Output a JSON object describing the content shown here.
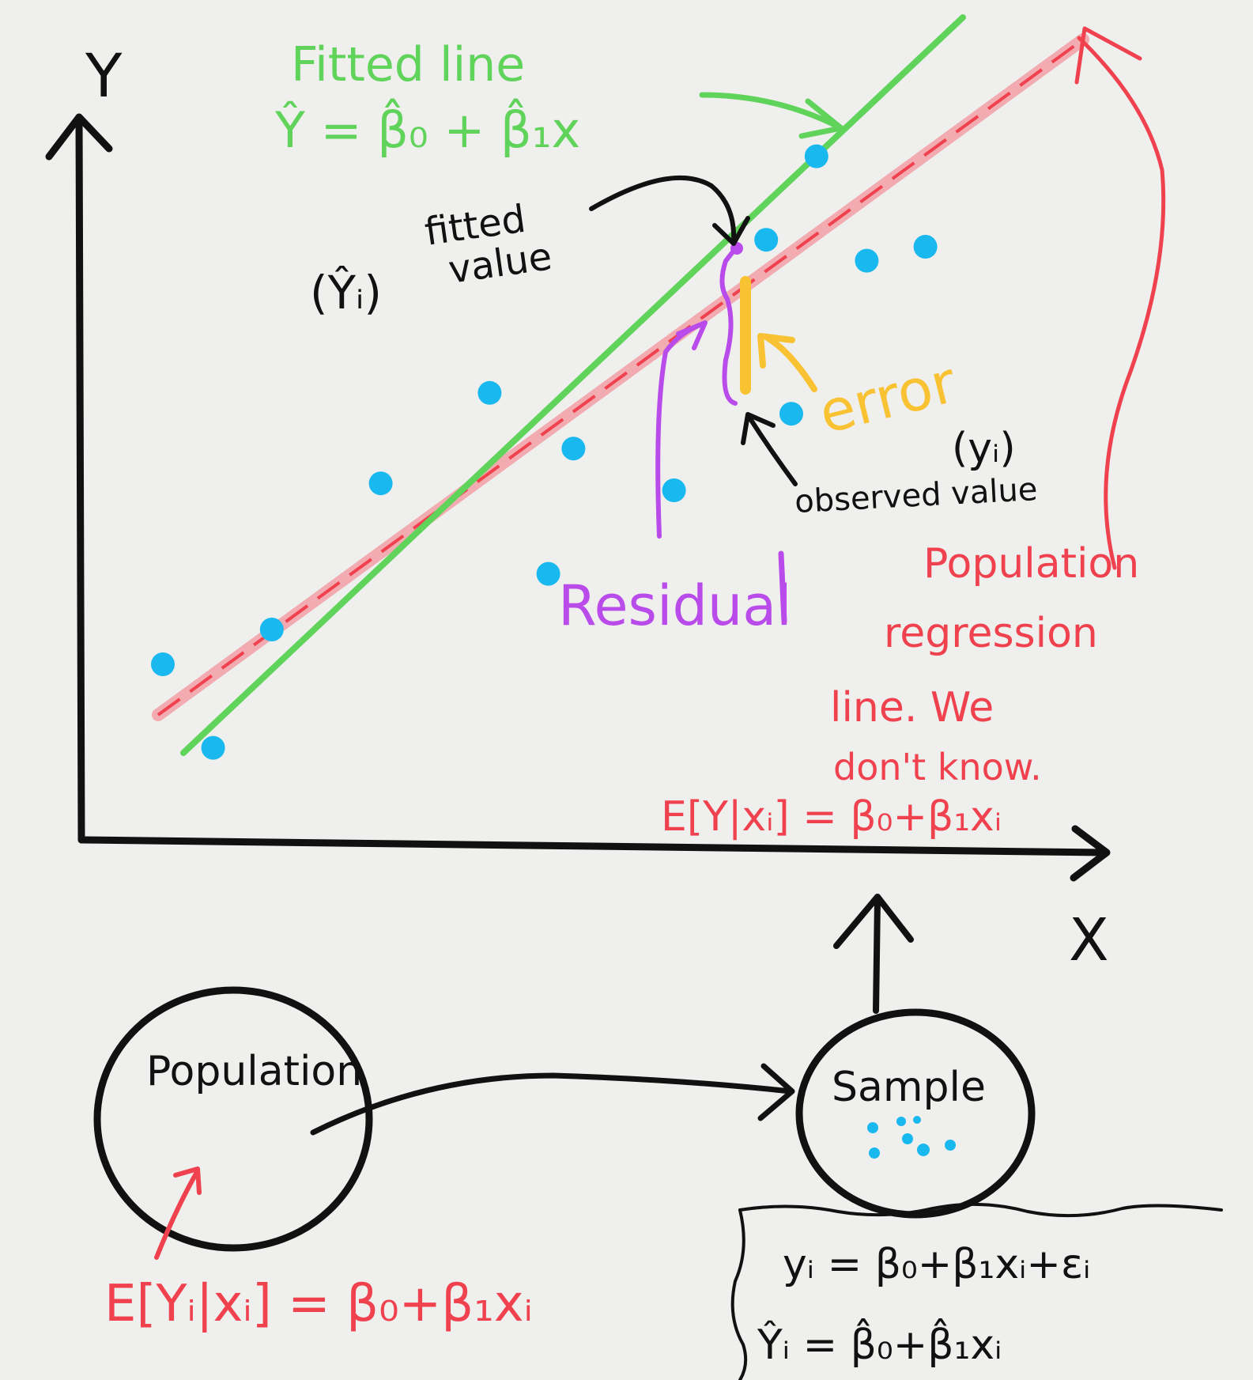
{
  "axes": {
    "y_label": "Y",
    "x_label": "X"
  },
  "fitted_line": {
    "title": "Fitted line",
    "equation": "Ŷ = β̂₀ + β̂₁x",
    "color": "#5fd35a"
  },
  "population_line": {
    "color": "#f0414f",
    "highlight_color": "#f3a0a6",
    "label_lines": [
      "Population",
      "regression",
      "line. We",
      "don't know."
    ],
    "equation": "E[Y|xᵢ] = β₀+β₁xᵢ"
  },
  "annotations": {
    "fitted_value_symbol": "(Ŷᵢ)",
    "fitted_value_word1": "fitted",
    "fitted_value_word2": "value",
    "observed_symbol": "(yᵢ)",
    "observed_label": "observed value",
    "residual_label": "Residual",
    "error_label": "error"
  },
  "colors": {
    "point": "#19b8ee",
    "residual": "#b94bea",
    "error": "#f9c232",
    "ink": "#111111",
    "red": "#f0414f"
  },
  "points": [
    {
      "x": 1.0,
      "y": 2.5
    },
    {
      "x": 1.6,
      "y": 1.3
    },
    {
      "x": 3.6,
      "y": 5.1
    },
    {
      "x": 4.9,
      "y": 6.4
    },
    {
      "x": 5.6,
      "y": 3.8
    },
    {
      "x": 5.9,
      "y": 5.6
    },
    {
      "x": 7.1,
      "y": 5.0
    },
    {
      "x": 8.2,
      "y": 8.6
    },
    {
      "x": 8.5,
      "y": 6.1
    },
    {
      "x": 8.8,
      "y": 9.8
    },
    {
      "x": 9.4,
      "y": 8.3
    },
    {
      "x": 2.3,
      "y": 3.0
    },
    {
      "x": 10.1,
      "y": 8.5
    }
  ],
  "bottom": {
    "population_label": "Population",
    "sample_label": "Sample",
    "population_equation": "E[Yᵢ|xᵢ] = β₀+β₁xᵢ",
    "model_equation": "yᵢ = β₀+β₁xᵢ+εᵢ",
    "estimate_equation": "Ŷᵢ = β̂₀+β̂₁xᵢ"
  }
}
